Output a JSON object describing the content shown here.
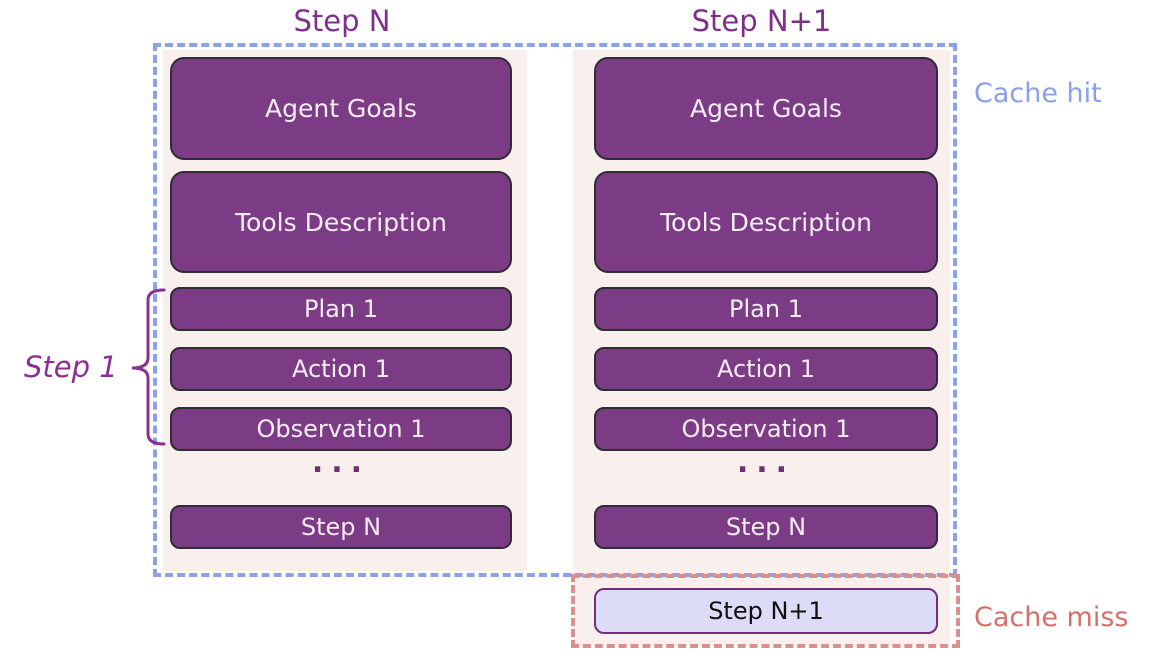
{
  "columns": {
    "col1": {
      "title": "Step N",
      "agent_goals": "Agent Goals",
      "tools_description": "Tools Description",
      "plan": "Plan 1",
      "action": "Action 1",
      "observation": "Observation 1",
      "ellipsis": "...",
      "step_n": "Step N"
    },
    "col2": {
      "title": "Step N+1",
      "agent_goals": "Agent Goals",
      "tools_description": "Tools Description",
      "plan": "Plan 1",
      "action": "Action 1",
      "observation": "Observation 1",
      "ellipsis": "...",
      "step_n": "Step N",
      "step_n_plus_1": "Step N+1"
    }
  },
  "annotations": {
    "cache_hit": "Cache hit",
    "cache_miss": "Cache miss",
    "step_1": "Step 1"
  },
  "colors": {
    "box_fill": "#7b3b85",
    "box_border": "#2e2d36",
    "box_text": "#f6ecf4",
    "panel_background": "#f9f0ee",
    "cache_hit_dash": "#8ca2e7",
    "cache_hit_text": "#8aa0e8",
    "cache_miss_dash": "#db9090",
    "cache_miss_text": "#d4706a",
    "heading_text": "#7f2f8a",
    "miss_box_fill": "#dcdcf7",
    "miss_box_border": "#722f80",
    "step1_text": "#8b3092"
  }
}
